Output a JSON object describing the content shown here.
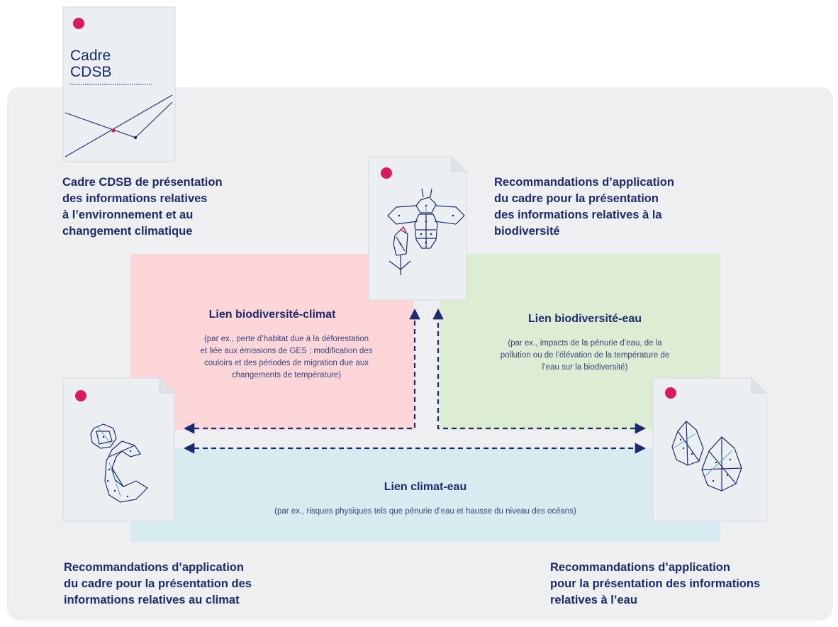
{
  "documents": {
    "cdsb": {
      "title_line1": "Cadre",
      "title_line2": "CDSB"
    }
  },
  "captions": {
    "cdsb": [
      "Cadre CDSB de présentation",
      "des informations relatives",
      "à l’environnement et au",
      "changement climatique"
    ],
    "biodiversity": [
      "Recommandations d’application",
      "du cadre pour la présentation",
      "des informations relatives à la",
      "biodiversité"
    ],
    "climate": [
      "Recommandations d’application",
      "du cadre pour la présentation des",
      "informations relatives au climat"
    ],
    "water": [
      "Recommandations d’application",
      "pour la présentation des informations",
      "relatives à l’eau"
    ]
  },
  "links": {
    "biodiversity_climate": {
      "title": "Lien biodiversité-climat",
      "desc": [
        "(par ex., perte d’habitat due à la déforestation",
        "et liée aux émissions de GES ; modification des",
        "couloirs et des périodes de migration due aux",
        "changements de température)"
      ]
    },
    "biodiversity_water": {
      "title": "Lien biodiversité-eau",
      "desc": [
        "(par ex., impacts de la pénurie d’eau, de la",
        "pollution ou de l’élévation de la température de",
        "l’eau sur la biodiversité)"
      ]
    },
    "climate_water": {
      "title": "Lien climat-eau",
      "desc": [
        "(par ex., risques physiques tels que pénurie d’eau et hausse du niveau des océans)"
      ]
    }
  },
  "colors": {
    "navy": "#1d2a6e",
    "accent_dot": "#d81b5a",
    "biodiversity_climate_zone": "#fdd6da",
    "biodiversity_water_zone": "#dcedd4",
    "climate_water_zone": "#d6ecf0",
    "panel": "#eeeff0"
  },
  "icons": [
    "cdsb-cover-lines",
    "bee-flower-icon",
    "climate-c-icon",
    "water-drops-icon"
  ]
}
